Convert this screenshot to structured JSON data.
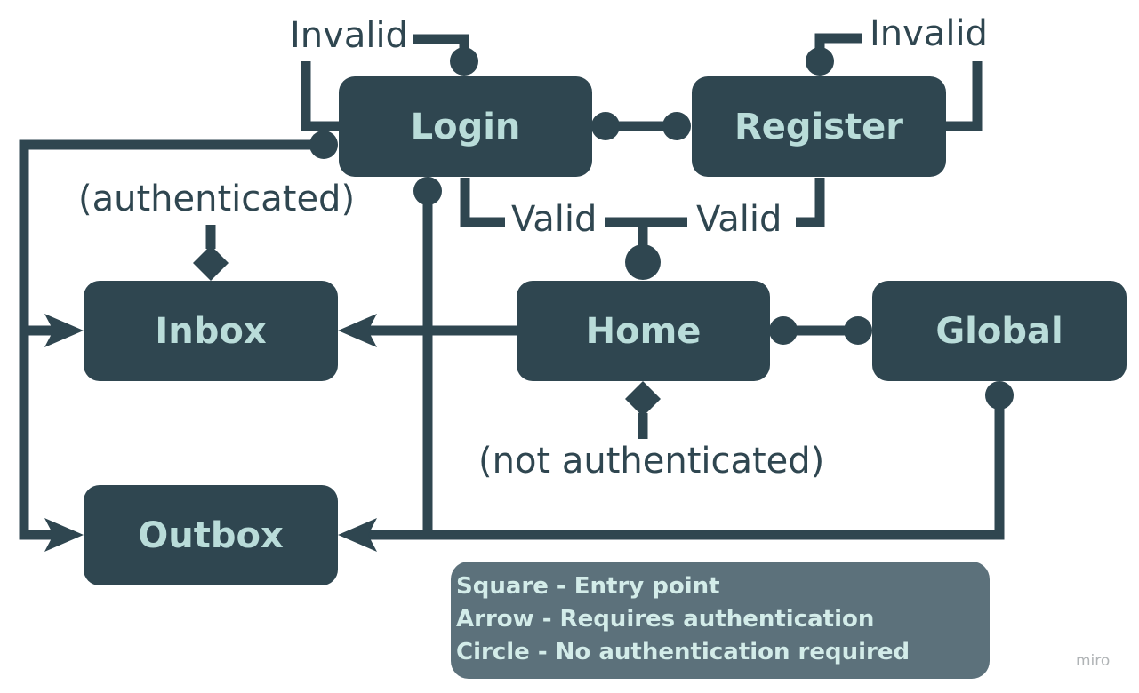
{
  "nodes": {
    "login": "Login",
    "register": "Register",
    "inbox": "Inbox",
    "home": "Home",
    "global": "Global",
    "outbox": "Outbox"
  },
  "labels": {
    "invalid_login": "Invalid",
    "invalid_register": "Invalid",
    "valid_login": "Valid",
    "valid_register": "Valid",
    "authenticated": "(authenticated)",
    "not_authenticated": "(not authenticated)"
  },
  "legend": {
    "square": "Square - Entry point",
    "arrow": "Arrow - Requires authentication",
    "circle": "Circle - No authentication required"
  },
  "watermark": "miro",
  "colors": {
    "node_fill": "#2f4650",
    "node_text": "#b9dcd9",
    "connector": "#2f4650",
    "legend_fill": "#5c717b",
    "legend_text": "#d3ece9"
  }
}
